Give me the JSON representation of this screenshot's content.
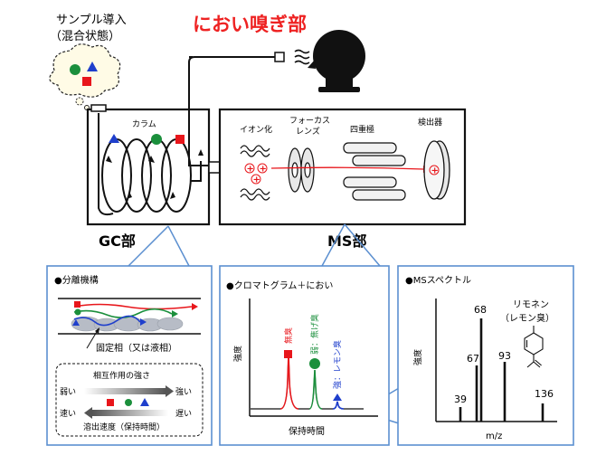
{
  "labels": {
    "sample_intro": "サンプル導入",
    "mixed_state": "（混合状態）",
    "smell_section": "におい嗅ぎ部",
    "column": "カラム",
    "ionization": "イオン化",
    "focus_lens_1": "フォーカス",
    "focus_lens_2": "レンズ",
    "quadrupole": "四重極",
    "detector": "検出器",
    "gc_section": "GC部",
    "ms_section": "MS部"
  },
  "separation_panel": {
    "title": "●分離機構",
    "stationary_phase": "固定相（又は液相）",
    "interaction_strength": "相互作用の強さ",
    "weak": "弱い",
    "strong": "強い",
    "fast": "速い",
    "slow": "遅い",
    "elution_speed": "溶出速度（保持時間）"
  },
  "chromatogram_panel": {
    "title": "●クロマトグラム＋におい",
    "y_axis": "強度",
    "x_axis": "保持時間",
    "peak1": "無臭",
    "peak2": "弱：焦げ臭",
    "peak3": "強：レモン臭"
  },
  "ms_panel": {
    "title": "●MSスペクトル",
    "y_axis": "強度",
    "x_axis": "m/z",
    "compound": "リモネン",
    "compound_note": "（レモン臭）",
    "peaks": [
      "39",
      "67",
      "68",
      "93",
      "136"
    ]
  },
  "colors": {
    "red": "#e8161b",
    "green": "#1b8f3c",
    "blue": "#1f3fcc",
    "accent_blue": "#5b8fd0",
    "smell_title": "#ee2222"
  },
  "icons": {
    "cloud": "thought-cloud-icon",
    "head": "head-silhouette-icon",
    "smell": "smell-waves-icon",
    "molecule": "limonene-structure-icon"
  }
}
